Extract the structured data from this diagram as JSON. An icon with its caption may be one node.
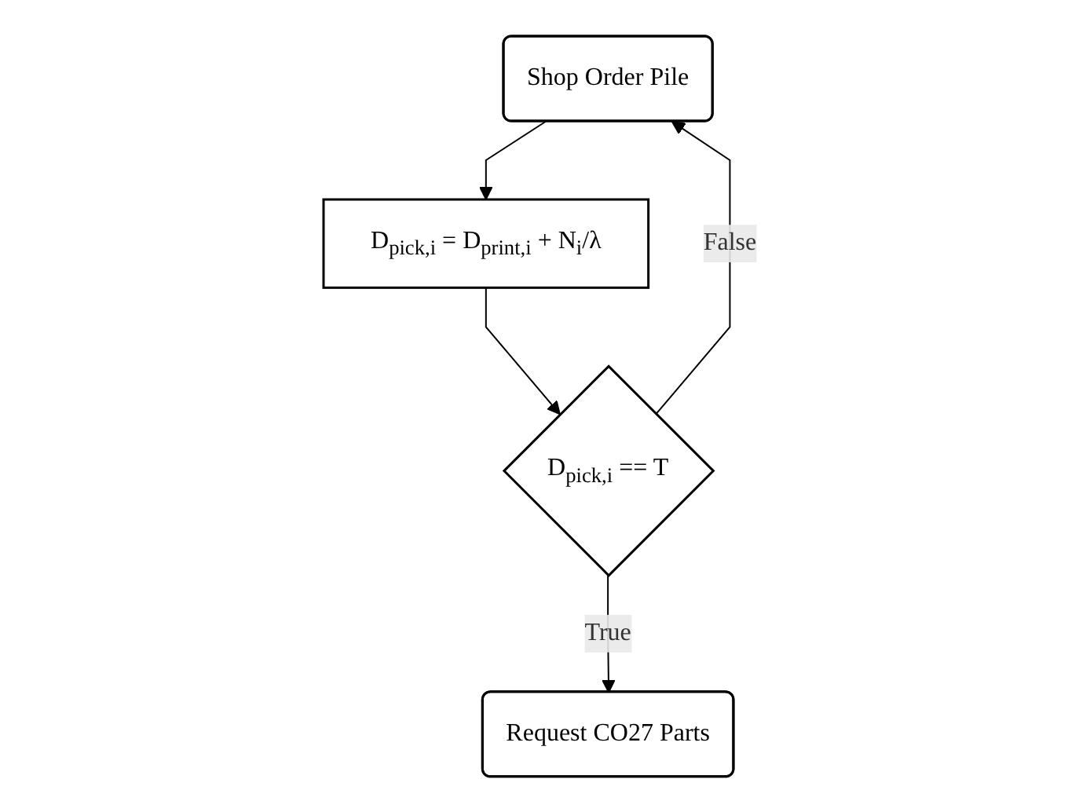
{
  "diagram": {
    "nodes": [
      {
        "text": [
          "Shop Order Pile"
        ]
      },
      {
        "text": [
          "D$_{pick,i}$ = D$_{print,i}$ + N$_{i}$/λ"
        ]
      },
      {
        "text": [
          "D$_{pick,i}$ == T"
        ]
      },
      {
        "text": [
          "Request CO27 Parts"
        ]
      }
    ],
    "edges": [
      {
        "from": 0,
        "to": 1,
        "arrow": "to"
      },
      {
        "from": 1,
        "to": 2,
        "arrow": "to"
      },
      {
        "from": 2,
        "to": 3,
        "label": "True",
        "arrow": "to"
      },
      {
        "from": 2,
        "to": 0,
        "label": "False",
        "arrow": "to"
      }
    ]
  }
}
